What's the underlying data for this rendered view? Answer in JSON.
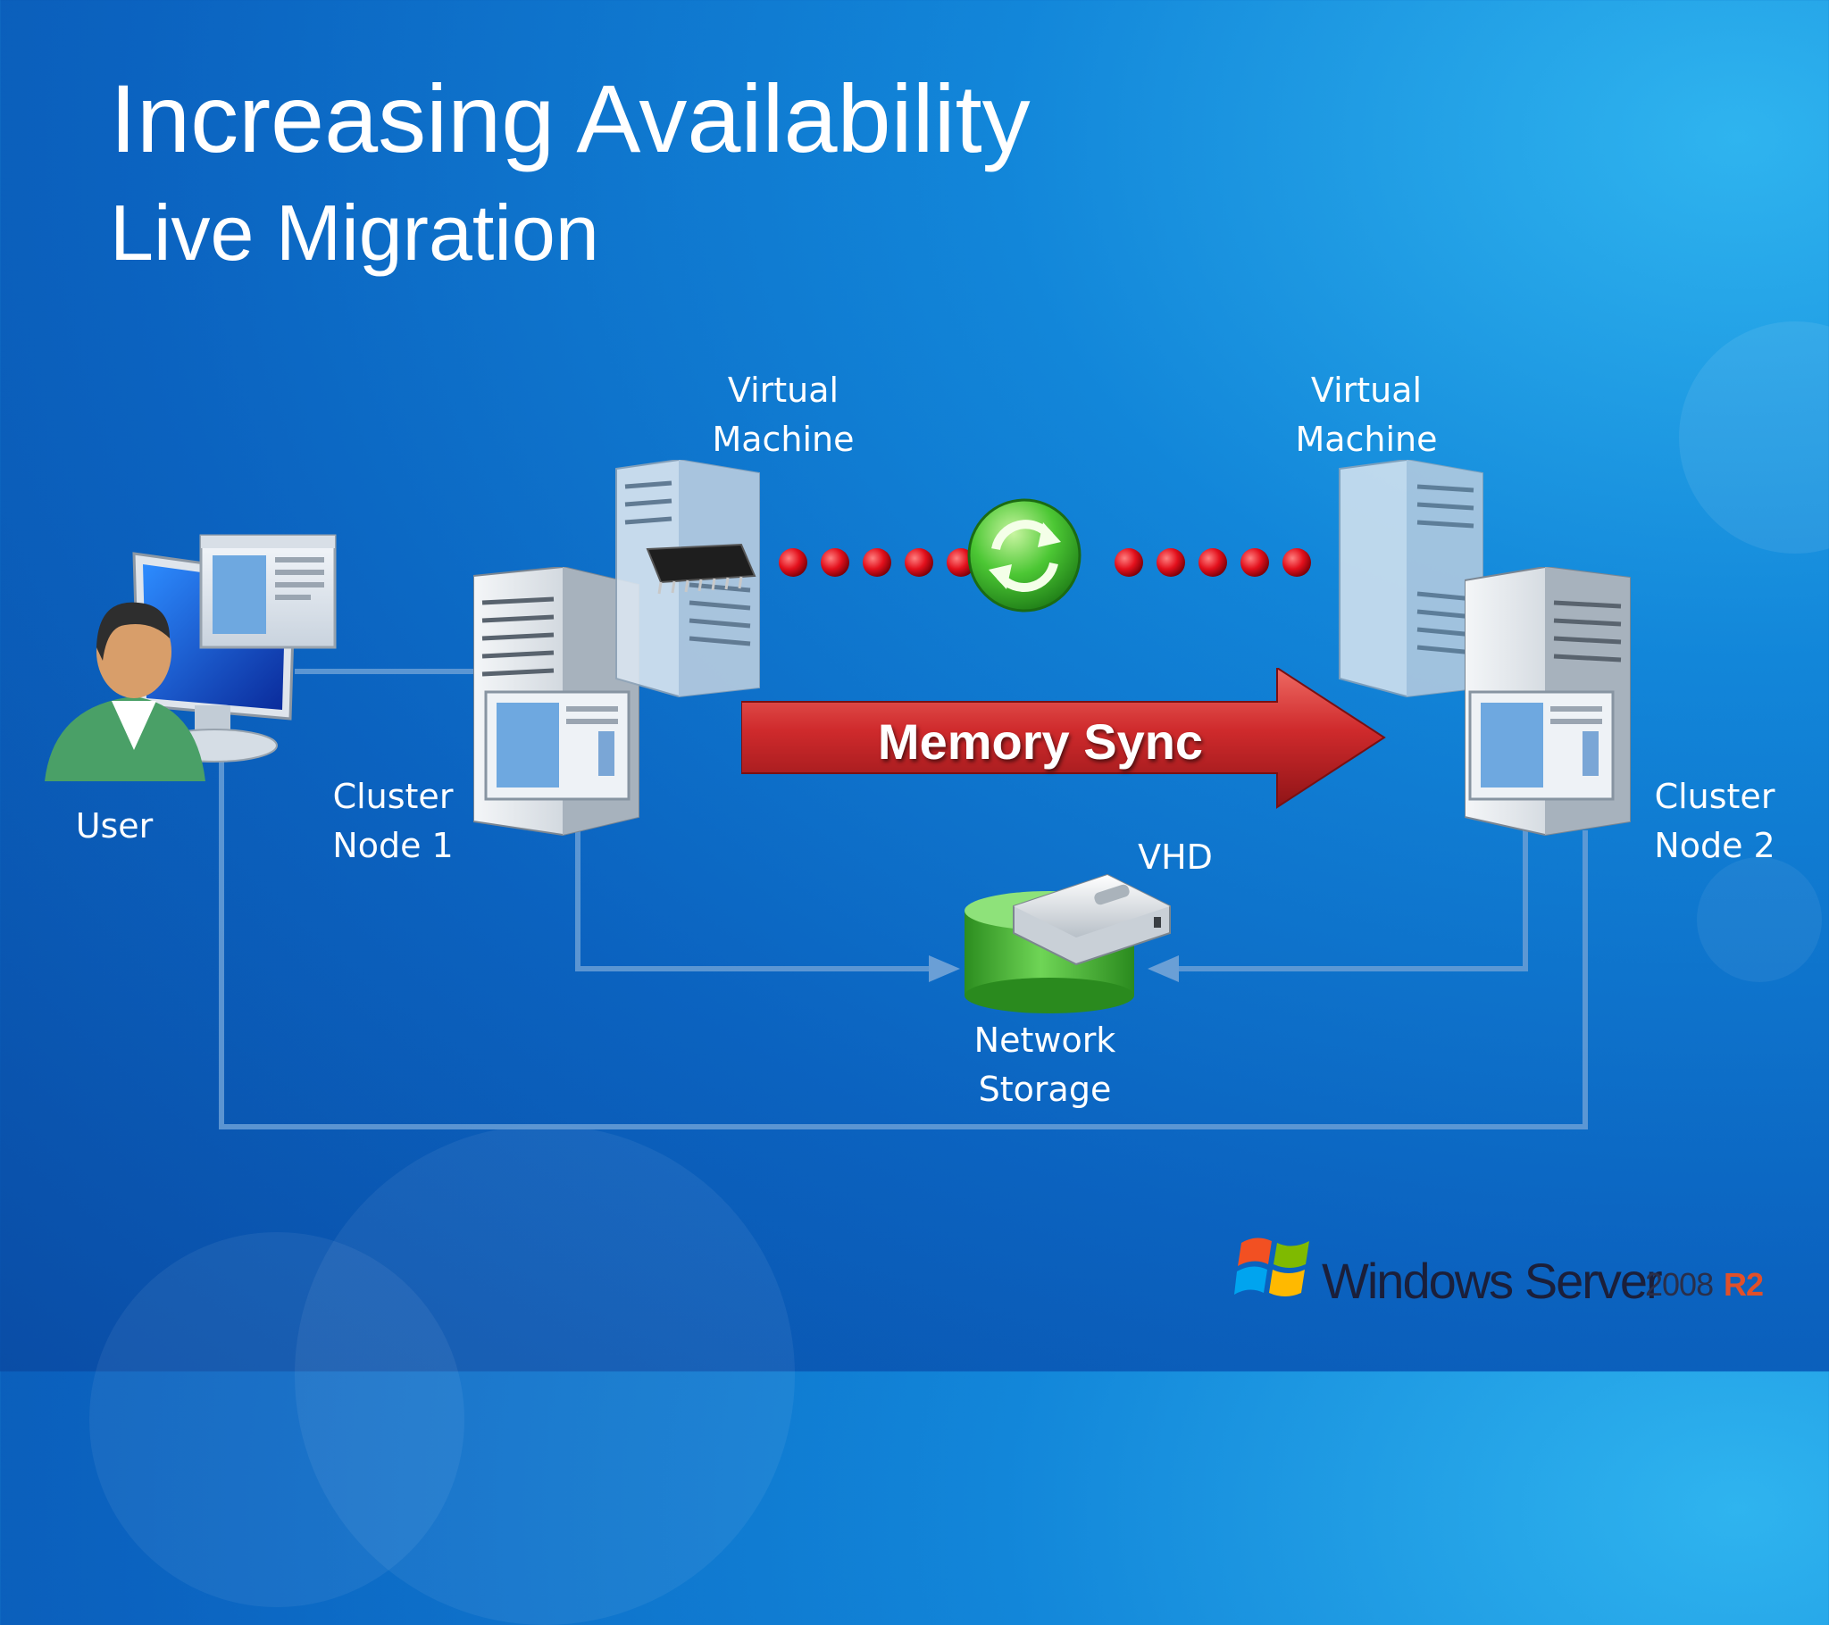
{
  "slide": {
    "title": "Increasing Availability",
    "subtitle": "Live Migration"
  },
  "labels": {
    "user": "User",
    "cluster_node_1": [
      "Cluster",
      "Node 1"
    ],
    "cluster_node_2": [
      "Cluster",
      "Node 2"
    ],
    "vm_left": [
      "Virtual",
      "Machine"
    ],
    "vm_right": [
      "Virtual",
      "Machine"
    ],
    "vhd": "VHD",
    "network_storage": [
      "Network",
      "Storage"
    ],
    "memory_sync": "Memory Sync"
  },
  "branding": {
    "product": "Windows Server",
    "version": "2008",
    "edition": "R2"
  },
  "icons": [
    "user-icon",
    "monitor-icon",
    "server-icon",
    "memory-chip-icon",
    "sync-icon",
    "hard-drive-icon",
    "storage-cylinder-icon",
    "windows-flag-icon"
  ],
  "colors": {
    "background": "#0b63c0",
    "connector": "#6a9fd6",
    "sync_arrow": "#c8252a",
    "dots": "#e0101a",
    "storage": "#3fae2c",
    "sync_icon": "#4cc734"
  }
}
